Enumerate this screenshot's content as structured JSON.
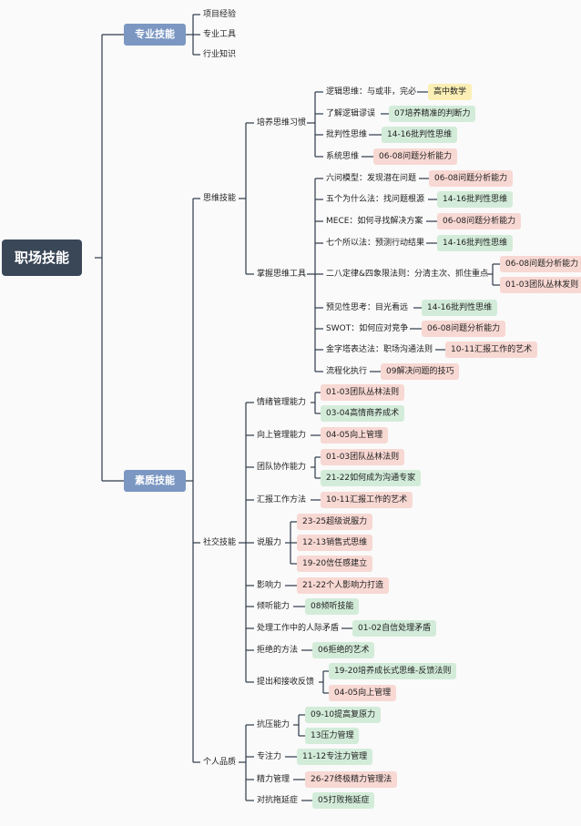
{
  "root": "职场技能",
  "l1": {
    "pro": "专业技能",
    "quality": "素质技能"
  },
  "pro": {
    "exp": "项目经验",
    "tools": "专业工具",
    "knowledge": "行业知识"
  },
  "think": {
    "label": "思维技能",
    "habit": {
      "label": "培养思维习惯",
      "items": [
        {
          "text": "逻辑思维：与或非，完必",
          "tag": "高中数学",
          "color": "yellow"
        },
        {
          "text": "了解逻辑谬误",
          "tag": "07培养精准的判断力",
          "color": "green"
        },
        {
          "text": "批判性思维",
          "tag": "14-16批判性思维",
          "color": "green"
        },
        {
          "text": "系统思维",
          "tag": "06-08问题分析能力",
          "color": "pink"
        }
      ]
    },
    "method": {
      "label": "掌握思维工具",
      "items": [
        {
          "text": "六问模型：发现潜在问题",
          "tag": "06-08问题分析能力",
          "color": "pink"
        },
        {
          "text": "五个为什么法：找问题根源",
          "tag": "14-16批判性思维",
          "color": "green"
        },
        {
          "text": "MECE：如何寻找解决方案",
          "tag": "06-08问题分析能力",
          "color": "pink"
        },
        {
          "text": "七个所以法：预测行动结果",
          "tag": "14-16批判性思维",
          "color": "green"
        },
        {
          "text": "二八定律&四象限法则：分清主次、抓住重点",
          "tags": [
            {
              "tag": "06-08问题分析能力",
              "color": "pink"
            },
            {
              "tag": "01-03团队丛林发则",
              "color": "pink"
            }
          ]
        },
        {
          "text": "预见性思考：目光看远",
          "tag": "14-16批判性思维",
          "color": "green"
        },
        {
          "text": "SWOT：如何应对竞争",
          "tag": "06-08问题分析能力",
          "color": "pink"
        },
        {
          "text": "金字塔表达法：职场沟通法则",
          "tag": "10-11汇报工作的艺术",
          "color": "pink"
        },
        {
          "text": "流程化执行",
          "tag": "09解决问题的技巧",
          "color": "pink"
        }
      ]
    }
  },
  "social": {
    "label": "社交技能",
    "items": [
      {
        "text": "情绪管理能力",
        "tags": [
          {
            "tag": "01-03团队丛林法则",
            "color": "pink"
          },
          {
            "tag": "03-04高情商养成术",
            "color": "green"
          }
        ]
      },
      {
        "text": "向上管理能力",
        "tag": "04-05向上管理",
        "color": "pink"
      },
      {
        "text": "团队协作能力",
        "tags": [
          {
            "tag": "01-03团队丛林法则",
            "color": "pink"
          },
          {
            "tag": "21-22如何成为沟通专家",
            "color": "green"
          }
        ]
      },
      {
        "text": "汇报工作方法",
        "tag": "10-11汇报工作的艺术",
        "color": "pink"
      },
      {
        "text": "说服力",
        "tags": [
          {
            "tag": "23-25超级说服力",
            "color": "pink"
          },
          {
            "tag": "12-13销售式思维",
            "color": "pink"
          },
          {
            "tag": "19-20信任感建立",
            "color": "pink"
          }
        ]
      },
      {
        "text": "影响力",
        "tag": "21-22个人影响力打造",
        "color": "pink"
      },
      {
        "text": "倾听能力",
        "tag": "08倾听技能",
        "color": "green"
      },
      {
        "text": "处理工作中的人际矛盾",
        "tag": "01-02自信处理矛盾",
        "color": "green"
      },
      {
        "text": "拒绝的方法",
        "tag": "06拒绝的艺术",
        "color": "green"
      },
      {
        "text": "提出和接收反馈",
        "tags": [
          {
            "tag": "19-20培养成长式思维-反馈法则",
            "color": "green"
          },
          {
            "tag": "04-05向上管理",
            "color": "pink"
          }
        ]
      }
    ]
  },
  "personal": {
    "label": "个人品质",
    "items": [
      {
        "text": "抗压能力",
        "tags": [
          {
            "tag": "09-10提高复原力",
            "color": "green"
          },
          {
            "tag": "13压力管理",
            "color": "green"
          }
        ]
      },
      {
        "text": "专注力",
        "tag": "11-12专注力管理",
        "color": "green"
      },
      {
        "text": "精力管理",
        "tag": "26-27终极精力管理法",
        "color": "pink"
      },
      {
        "text": "对抗拖延症",
        "tag": "05打败拖延症",
        "color": "green"
      }
    ]
  },
  "colors": {
    "line": "#2d3a4a",
    "root": "#3a4757",
    "l1": "#7b97c2",
    "pink": "#f8d8d3",
    "green": "#d3ecd9",
    "yellow": "#fbefb5"
  }
}
